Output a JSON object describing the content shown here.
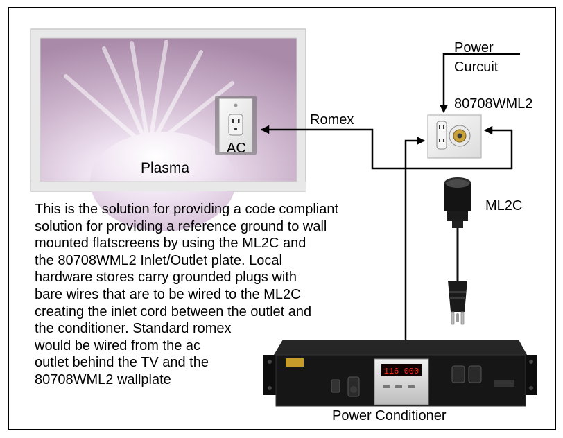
{
  "labels": {
    "power_circuit_line1": "Power",
    "power_circuit_line2": "Curcuit",
    "wallplate_model": "80708WML2",
    "romex": "Romex",
    "ac": "AC",
    "plasma": "Plasma",
    "ml2c": "ML2C",
    "power_conditioner": "Power Conditioner"
  },
  "conditioner_display": "116 000",
  "description": [
    "This is the solution for providing a code compliant",
    "solution for providing a reference ground to wall",
    "mounted flatscreens by using the ML2C and",
    "the 80708WML2 Inlet/Outlet plate. Local",
    "hardware stores carry grounded plugs with",
    "bare wires that are to be wired to the ML2C",
    "creating the inlet cord between the outlet and",
    "the conditioner. Standard romex",
    "would be wired from the ac",
    "outlet behind the TV and the",
    "80708WML2 wallplate"
  ],
  "colors": {
    "border": "#000000",
    "tv_frame": "#e6e6e6",
    "screen_glow": "#f3ecf5",
    "screen_base": "#b89cb8",
    "conditioner_body": "#141414",
    "display_digits": "#ff2a1a"
  },
  "icons": [
    "ac-outlet-icon",
    "wallplate-icon",
    "ml2c-connector-icon",
    "power-plug-icon",
    "power-conditioner-icon"
  ]
}
